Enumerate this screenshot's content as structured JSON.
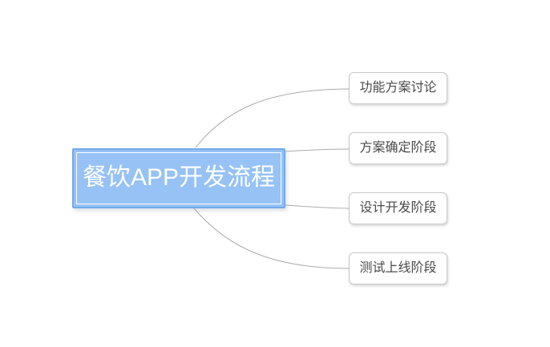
{
  "diagram": {
    "type": "mindmap",
    "root": {
      "label": "餐饮APP开发流程"
    },
    "children": [
      {
        "label": "功能方案讨论"
      },
      {
        "label": "方案确定阶段"
      },
      {
        "label": "设计开发阶段"
      },
      {
        "label": "测试上线阶段"
      }
    ]
  },
  "colors": {
    "canvas_background": "#ffffff",
    "root_fill": "#96c2f5",
    "root_border": "#74aaea",
    "root_inner_outline": "#ffffff",
    "root_text": "#ffffff",
    "child_background": "#ffffff",
    "child_border": "#c9c9c9",
    "child_text": "#4a4a4a",
    "connector": "#ababab"
  }
}
